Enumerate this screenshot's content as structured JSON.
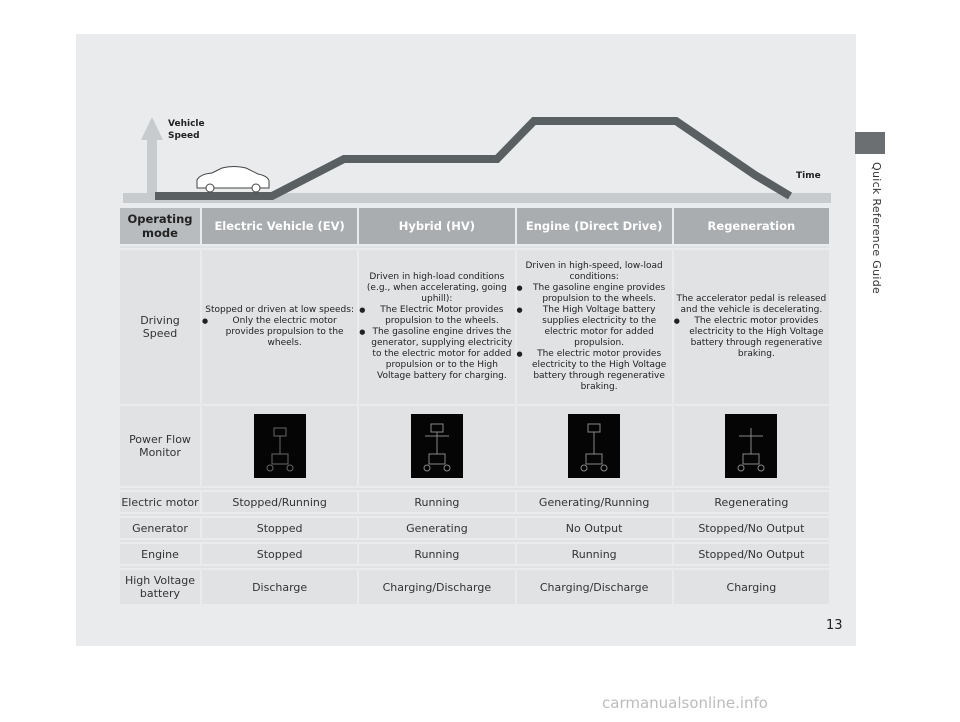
{
  "side_label": "Quick Reference Guide",
  "page_number": "13",
  "watermark": "carmanualsonline.info",
  "diagram": {
    "y_axis_label_line1": "Vehicle",
    "y_axis_label_line2": "Speed",
    "x_axis_label": "Time",
    "car_icon": "car-icon"
  },
  "table": {
    "headers": [
      "Operating mode",
      "Electric Vehicle (EV)",
      "Hybrid (HV)",
      "Engine (Direct Drive)",
      "Regeneration"
    ],
    "driving_speed": {
      "label_line1": "Driving",
      "label_line2": "Speed",
      "ev": {
        "intro": "Stopped or driven at low speeds:",
        "bullets": [
          "Only the electric motor provides propulsion to the wheels."
        ]
      },
      "hv": {
        "intro": "Driven in high-load conditions (e.g., when accelerating, going uphill):",
        "bullets": [
          "The Electric Motor provides propulsion to the wheels.",
          "The gasoline engine drives the generator, supplying electricity to the electric motor for added propulsion or to the High Voltage battery for charging."
        ]
      },
      "engine": {
        "intro": "Driven in high-speed, low-load conditions:",
        "bullets": [
          "The gasoline engine provides propulsion to the wheels.",
          "The High Voltage battery supplies electricity to the electric motor for added propulsion.",
          "The electric motor provides electricity to the High Voltage battery through regenerative braking."
        ]
      },
      "regen": {
        "intro": "The accelerator pedal is released and the vehicle is decelerating.",
        "bullets": [
          "The electric motor provides electricity to the High Voltage battery through regenerative braking."
        ]
      }
    },
    "power_flow": {
      "label_line1": "Power Flow",
      "label_line2": "Monitor"
    },
    "rows": [
      {
        "label": "Electric motor",
        "values": [
          "Stopped/Running",
          "Running",
          "Generating/Running",
          "Regenerating"
        ]
      },
      {
        "label": "Generator",
        "values": [
          "Stopped",
          "Generating",
          "No Output",
          "Stopped/No Output"
        ]
      },
      {
        "label": "Engine",
        "values": [
          "Stopped",
          "Running",
          "Running",
          "Stopped/No Output"
        ]
      },
      {
        "label": "High Voltage battery",
        "values": [
          "Discharge",
          "Charging/Discharge",
          "Charging/Discharge",
          "Charging"
        ]
      }
    ]
  },
  "colors": {
    "panel": "#e9ebec",
    "header": "#a9adb0",
    "road": "#c8cbcd",
    "speed_line": "#5a5f62",
    "arrow": "#c8cbcd"
  }
}
